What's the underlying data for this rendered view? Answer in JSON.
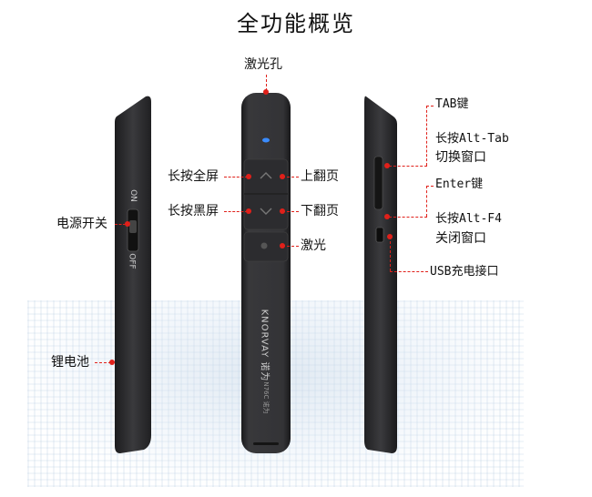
{
  "title": "全功能概览",
  "brand": "KNORVAY 诺为",
  "model": "N76C 诺为",
  "switch_on": "ON",
  "switch_off": "OFF",
  "labels": {
    "laser_hole": "激光孔",
    "hold_fullscreen": "长按全屏",
    "page_up": "上翻页",
    "hold_blackscreen": "长按黑屏",
    "page_down": "下翻页",
    "laser": "激光",
    "power_switch": "电源开关",
    "lithium_battery": "锂电池",
    "tab_key": "TAB键",
    "hold_alt_tab_1": "长按Alt-Tab",
    "hold_alt_tab_2": "切换窗口",
    "enter_key": "Enter键",
    "hold_alt_f4_1": "长按Alt-F4",
    "hold_alt_f4_2": "关闭窗口",
    "usb_port": "USB充电接口"
  },
  "colors": {
    "accent": "#e0201a",
    "device": "#2a2a2c",
    "led": "#3a8cff"
  },
  "icons": [
    "chevron-up-icon",
    "chevron-down-icon",
    "laser-dot-icon",
    "usb-port-icon"
  ]
}
